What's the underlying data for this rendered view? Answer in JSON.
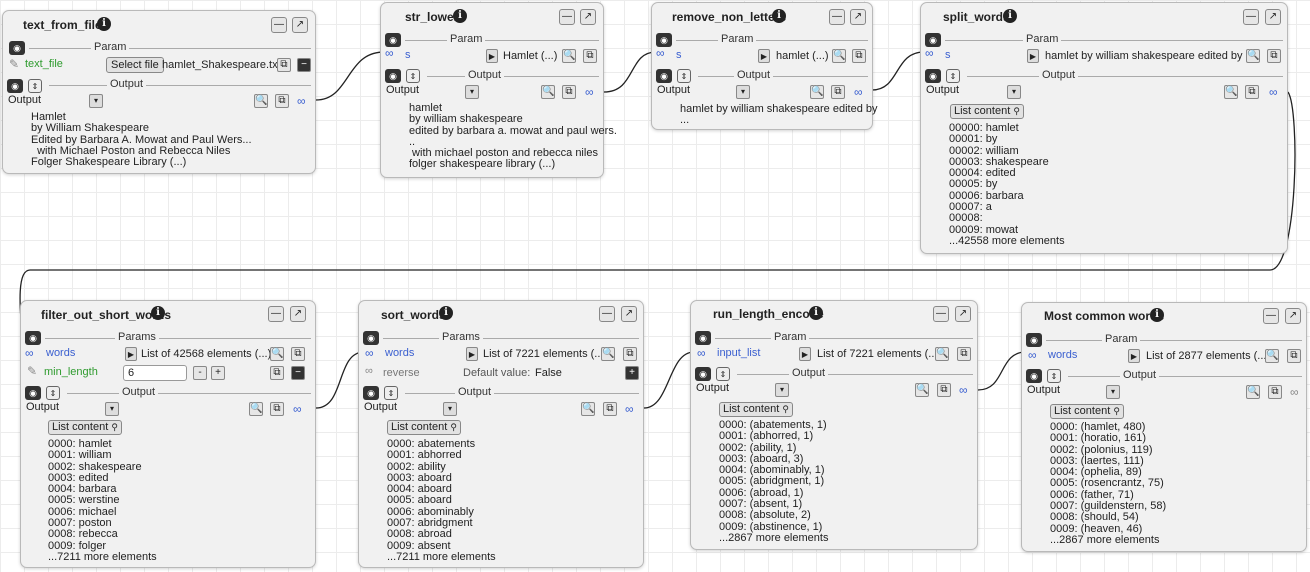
{
  "icons": {
    "info": "i",
    "eye": "◉",
    "expand": "⇕",
    "copy": "⧉",
    "zoom": "🔍",
    "link": "∞",
    "minimize": "—",
    "popout": "↗",
    "play": "▶",
    "dropdown": "▾",
    "pencil": "✎",
    "minus": "−",
    "plus": "+",
    "magnifier": "🔍"
  },
  "nodes": {
    "text_from_file": {
      "title": "text_from_file",
      "section_param": "Param",
      "param_name": "text_file",
      "select_label": "Select file",
      "file_name": "hamlet_Shakespeare.txt",
      "section_output": "Output",
      "output_label": "Output",
      "output_text": "Hamlet\nby William Shakespeare\nEdited by Barbara A. Mowat and Paul Wers...\n  with Michael Poston and Rebecca Niles\nFolger Shakespeare Library (...)"
    },
    "str_lower": {
      "title": "str_lower",
      "section_param": "Param",
      "param_name": "s",
      "param_value": "Hamlet (...)",
      "section_output": "Output",
      "output_label": "Output",
      "output_text": "hamlet\nby william shakespeare\nedited by barbara a. mowat and paul wers.\n..\n with michael poston and rebecca niles\nfolger shakespeare library (...)"
    },
    "remove_non_letters": {
      "title": "remove_non_letters",
      "section_param": "Param",
      "param_name": "s",
      "param_value": "hamlet (...)",
      "section_output": "Output",
      "output_label": "Output",
      "output_text": "hamlet by william shakespeare edited by\n..."
    },
    "split_words": {
      "title": "split_words",
      "section_param": "Param",
      "param_name": "s",
      "param_value": "hamlet by william shakespeare edited by ...",
      "section_output": "Output",
      "output_label": "Output",
      "list_btn": "List content",
      "output_text": "00000: hamlet\n00001: by\n00002: william\n00003: shakespeare\n00004: edited\n00005: by\n00006: barbara\n00007: a\n00008: \n00009: mowat\n...42558 more elements"
    },
    "filter_out_short_words": {
      "title": "filter_out_short_words",
      "section_param": "Params",
      "param1_name": "words",
      "param1_value": "List of 42568 elements (...)",
      "param2_name": "min_length",
      "param2_value": "6",
      "minus": "-",
      "plus": "+",
      "section_output": "Output",
      "output_label": "Output",
      "list_btn": "List content",
      "output_text": "0000: hamlet\n0001: william\n0002: shakespeare\n0003: edited\n0004: barbara\n0005: werstine\n0006: michael\n0007: poston\n0008: rebecca\n0009: folger\n...7211 more elements"
    },
    "sort_words": {
      "title": "sort_words",
      "section_param": "Params",
      "param1_name": "words",
      "param1_value": "List of 7221 elements (...)",
      "param2_name": "reverse",
      "param2_default_label": "Default value:",
      "param2_default": "False",
      "section_output": "Output",
      "output_label": "Output",
      "list_btn": "List content",
      "output_text": "0000: abatements\n0001: abhorred\n0002: ability\n0003: aboard\n0004: aboard\n0005: aboard\n0006: abominably\n0007: abridgment\n0008: abroad\n0009: absent\n...7211 more elements"
    },
    "run_length_encode": {
      "title": "run_length_encode",
      "section_param": "Param",
      "param_name": "input_list",
      "param_value": "List of 7221 elements (...)",
      "section_output": "Output",
      "output_label": "Output",
      "list_btn": "List content",
      "output_text": "0000: (abatements, 1)\n0001: (abhorred, 1)\n0002: (ability, 1)\n0003: (aboard, 3)\n0004: (abominably, 1)\n0005: (abridgment, 1)\n0006: (abroad, 1)\n0007: (absent, 1)\n0008: (absolute, 2)\n0009: (abstinence, 1)\n...2867 more elements"
    },
    "most_common_words": {
      "title": "Most common words",
      "section_param": "Param",
      "param_name": "words",
      "param_value": "List of 2877 elements (...)",
      "section_output": "Output",
      "output_label": "Output",
      "list_btn": "List content",
      "output_text": "0000: (hamlet, 480)\n0001: (horatio, 161)\n0002: (polonius, 119)\n0003: (laertes, 111)\n0004: (ophelia, 89)\n0005: (rosencrantz, 75)\n0006: (father, 71)\n0007: (guildenstern, 58)\n0008: (should, 54)\n0009: (heaven, 46)\n...2867 more elements"
    }
  }
}
